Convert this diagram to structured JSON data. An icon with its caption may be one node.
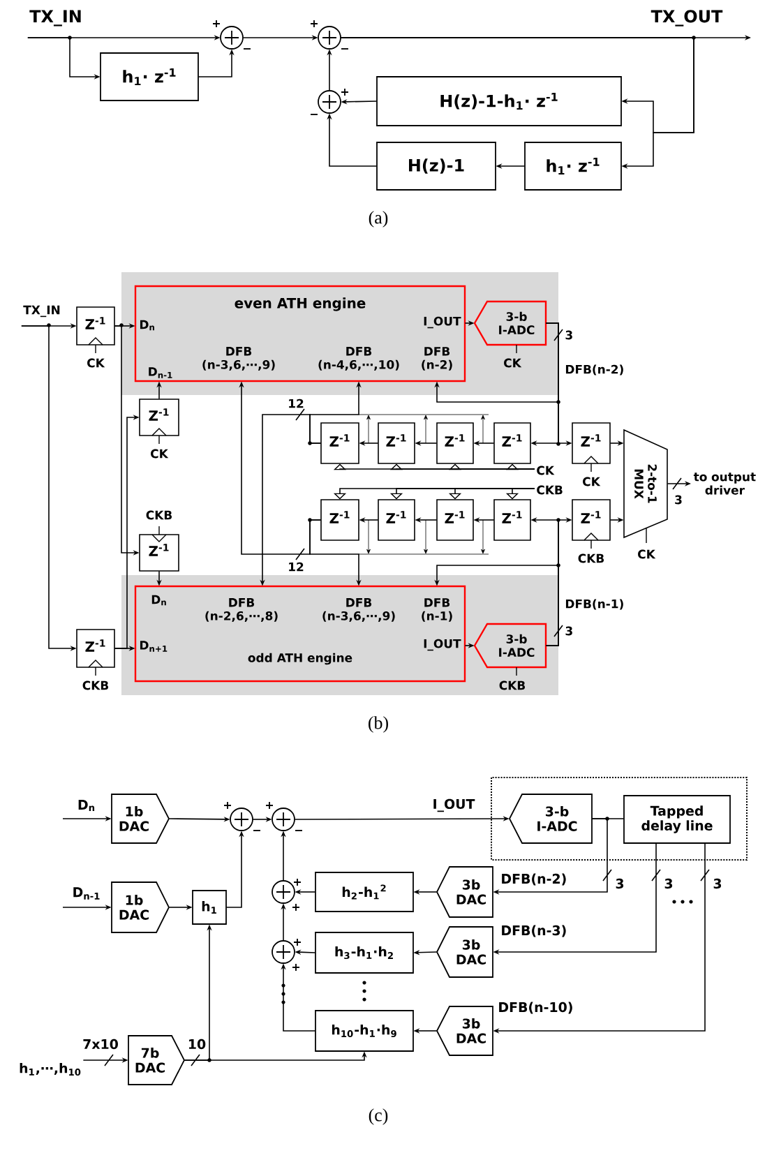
{
  "diagram": {
    "nodes": [
      {
        "text": [],
        "shape": "circle",
        "beside": [
          "+",
          "−"
        ]
      },
      {
        "text": [
          "h$_{1}$· z$^{-1}$"
        ]
      },
      {
        "text": [],
        "shape": "circle",
        "beside": [
          "+",
          "−"
        ]
      },
      {
        "text": [],
        "shape": "circle",
        "beside": [
          "+",
          "−"
        ]
      },
      {
        "text": [
          "H(z)-1-h$_{1}$· z$^{-1}$"
        ]
      },
      {
        "text": [
          "H(z)-1"
        ]
      },
      {
        "text": [
          "h$_{1}$· z$^{-1}$"
        ]
      },
      {
        "text": [],
        "shape": "box"
      },
      {
        "text": [
          "even ATH engine",
          "D$_{n}$",
          "I_OUT",
          "DFB (n-3,6,⋯,9)",
          "DFB (n-4,6,⋯,10)",
          "DFB (n-2)",
          "D$_{n-1}$"
        ],
        "in": 7
      },
      {
        "text": [
          "3-b I-ADC"
        ],
        "in": 7,
        "beside": [
          "CK"
        ]
      },
      {
        "text": [],
        "shape": "box"
      },
      {
        "text": [
          "D$_{n}$",
          "DFB (n-2,6,⋯,8)",
          "DFB (n-3,6,⋯,9)",
          "DFB (n-1)",
          "D$_{n+1}$",
          "I_OUT",
          "odd ATH engine"
        ],
        "in": 10
      },
      {
        "text": [
          "3-b I-ADC"
        ],
        "in": 10,
        "beside": [
          "CKB"
        ]
      },
      {
        "text": [
          "Z$^{-1}$"
        ],
        "beside": [
          "CK"
        ]
      },
      {
        "text": [
          "Z$^{-1}$"
        ],
        "beside": [
          "CKB"
        ]
      },
      {
        "text": [
          "Z$^{-1}$"
        ],
        "beside": [
          "CK"
        ]
      },
      {
        "text": [
          "Z$^{-1}$"
        ],
        "beside": [
          "CKB"
        ]
      },
      {
        "text": [
          "Z$^{-1}$"
        ]
      },
      {
        "text": [
          "Z$^{-1}$"
        ]
      },
      {
        "text": [
          "Z$^{-1}$"
        ]
      },
      {
        "text": [
          "Z$^{-1}$"
        ]
      },
      {
        "text": [
          "Z$^{-1}$"
        ],
        "beside": [
          "CK"
        ]
      },
      {
        "text": [
          "Z$^{-1}$"
        ]
      },
      {
        "text": [
          "Z$^{-1}$"
        ]
      },
      {
        "text": [
          "Z$^{-1}$"
        ]
      },
      {
        "text": [
          "Z$^{-1}$"
        ]
      },
      {
        "text": [
          "Z$^{-1}$"
        ],
        "beside": [
          "CKB"
        ]
      },
      {
        "text": [
          "2-to-1 MUX"
        ],
        "beside": [
          "CK"
        ]
      },
      {
        "text": [
          "1b DAC"
        ]
      },
      {
        "text": [
          "1b DAC"
        ]
      },
      {
        "text": [
          "h$_{1}$"
        ]
      },
      {
        "text": [],
        "shape": "circle",
        "beside": [
          "+",
          "−"
        ]
      },
      {
        "text": [],
        "shape": "circle",
        "beside": [
          "+",
          "−"
        ]
      },
      {
        "text": [],
        "shape": "box"
      },
      {
        "text": [
          "3-b I-ADC"
        ],
        "in": 33
      },
      {
        "text": [
          "Tapped delay line"
        ],
        "in": 33
      },
      {
        "text": [],
        "shape": "circle",
        "beside": [
          "+",
          "+"
        ]
      },
      {
        "text": [
          "h$_{2}$-h$_{1}$$^{2}$"
        ]
      },
      {
        "text": [
          "3b DAC"
        ]
      },
      {
        "text": [],
        "shape": "circle",
        "beside": [
          "+",
          "+"
        ]
      },
      {
        "text": [
          "h$_{3}$-h$_{1}$·h$_{2}$"
        ]
      },
      {
        "text": [
          "3b DAC"
        ]
      },
      {
        "text": [
          "h$_{10}$-h$_{1}$·h$_{9}$"
        ]
      },
      {
        "text": [
          "3b DAC"
        ]
      },
      {
        "text": [
          "7b DAC"
        ]
      },
      {
        "text": [
          "TX_IN"
        ]
      },
      {
        "text": [
          "TX_IN"
        ]
      },
      {
        "text": [
          "to output driver"
        ]
      },
      {
        "text": [
          "h$_{1}$,⋯,h$_{10}$"
        ]
      },
      {
        "text": [
          "CK"
        ]
      },
      {
        "text": [
          "CKB"
        ]
      }
    ],
    "edges": [
      {
        "from": 45,
        "to": 0,
        "arrow": "to"
      },
      {
        "from": 45,
        "to": 1,
        "arrow": "to"
      },
      {
        "from": 1,
        "to": 0,
        "arrow": "to"
      },
      {
        "from": 0,
        "to": 2,
        "arrow": "to"
      },
      {
        "from": 2,
        "to": null,
        "arrow": "to"
      },
      {
        "from": 2,
        "to": 4,
        "arrow": "to"
      },
      {
        "from": 2,
        "to": 6,
        "arrow": "to"
      },
      {
        "from": 4,
        "to": 3,
        "arrow": "to"
      },
      {
        "from": 6,
        "to": 5,
        "arrow": "to"
      },
      {
        "from": 5,
        "to": 3,
        "arrow": "to"
      },
      {
        "from": 3,
        "to": 2,
        "arrow": "to"
      },
      {
        "from": 46,
        "to": 13,
        "arrow": "to"
      },
      {
        "from": 46,
        "to": 14,
        "arrow": "to"
      },
      {
        "from": 13,
        "to": 8,
        "arrow": "to"
      },
      {
        "from": 13,
        "to": 16,
        "arrow": "to"
      },
      {
        "from": 16,
        "to": 11,
        "arrow": "to"
      },
      {
        "from": 14,
        "to": 11,
        "arrow": "to"
      },
      {
        "from": 14,
        "to": 15,
        "arrow": "to"
      },
      {
        "from": 15,
        "to": 8,
        "arrow": "to"
      },
      {
        "from": 8,
        "to": 9,
        "arrow": "to"
      },
      {
        "from": 11,
        "to": 12,
        "arrow": "to"
      },
      {
        "from": 9,
        "to": 8,
        "arrow": "to"
      },
      {
        "from": 9,
        "to": 20,
        "arrow": "to"
      },
      {
        "from": 9,
        "to": 21,
        "arrow": "to"
      },
      {
        "from": 20,
        "to": 19,
        "arrow": "to"
      },
      {
        "from": 19,
        "to": 18,
        "arrow": "to"
      },
      {
        "from": 18,
        "to": 17,
        "arrow": "to"
      },
      {
        "from": 17,
        "to": 8,
        "arrow": "to"
      },
      {
        "from": 17,
        "to": 11,
        "arrow": "to"
      },
      {
        "from": 12,
        "to": 11,
        "arrow": "to"
      },
      {
        "from": 12,
        "to": 25,
        "arrow": "to"
      },
      {
        "from": 12,
        "to": 26,
        "arrow": "to"
      },
      {
        "from": 25,
        "to": 24,
        "arrow": "to"
      },
      {
        "from": 24,
        "to": 23,
        "arrow": "to"
      },
      {
        "from": 23,
        "to": 22,
        "arrow": "to"
      },
      {
        "from": 22,
        "to": 11,
        "arrow": "to"
      },
      {
        "from": 22,
        "to": 8,
        "arrow": "to"
      },
      {
        "from": 21,
        "to": 27,
        "arrow": "to"
      },
      {
        "from": 26,
        "to": 27,
        "arrow": "to"
      },
      {
        "from": 27,
        "to": 47,
        "arrow": "to"
      },
      {
        "from": null,
        "to": 28,
        "arrow": "to"
      },
      {
        "from": null,
        "to": 29,
        "arrow": "to"
      },
      {
        "from": 28,
        "to": 31,
        "arrow": "to"
      },
      {
        "from": 29,
        "to": 30,
        "arrow": "to"
      },
      {
        "from": 30,
        "to": 31,
        "arrow": "to"
      },
      {
        "from": 31,
        "to": 32,
        "arrow": "to"
      },
      {
        "from": 32,
        "to": 34,
        "arrow": "to"
      },
      {
        "from": 34,
        "to": 35,
        "arrow": "none"
      },
      {
        "from": 34,
        "to": 38,
        "arrow": "to"
      },
      {
        "from": 35,
        "to": 41,
        "arrow": "to"
      },
      {
        "from": 35,
        "to": 43,
        "arrow": "to"
      },
      {
        "from": 38,
        "to": 37,
        "arrow": "to"
      },
      {
        "from": 41,
        "to": 40,
        "arrow": "to"
      },
      {
        "from": 43,
        "to": 42,
        "arrow": "to"
      },
      {
        "from": 37,
        "to": 36,
        "arrow": "to"
      },
      {
        "from": 40,
        "to": 39,
        "arrow": "to"
      },
      {
        "from": 42,
        "to": 39,
        "arrow": "to"
      },
      {
        "from": 39,
        "to": 36,
        "arrow": "to"
      },
      {
        "from": 36,
        "to": 32,
        "arrow": "to"
      },
      {
        "from": 48,
        "to": 44,
        "arrow": "to"
      },
      {
        "from": 44,
        "to": 30,
        "arrow": "to"
      },
      {
        "from": 44,
        "to": 42,
        "arrow": "to"
      },
      {
        "from": 49,
        "to": 17,
        "arrow": "to"
      },
      {
        "from": 49,
        "to": 18,
        "arrow": "to"
      },
      {
        "from": 49,
        "to": 19,
        "arrow": "to"
      },
      {
        "from": 49,
        "to": 20,
        "arrow": "to"
      },
      {
        "from": 50,
        "to": 22,
        "arrow": "to"
      },
      {
        "from": 50,
        "to": 23,
        "arrow": "to"
      },
      {
        "from": 50,
        "to": 24,
        "arrow": "to"
      },
      {
        "from": 50,
        "to": 25,
        "arrow": "to"
      }
    ],
    "labels": [
      "TX_OUT",
      "(a)",
      "3",
      "DFB(n-2)",
      "12",
      "3",
      "12",
      "DFB(n-1)",
      "3",
      "(b)",
      "D$_{n}$",
      "I_OUT",
      "D$_{n-1}$",
      "DFB(n-2)",
      "3",
      "3",
      "3",
      "DFB(n-3)",
      "DFB(n-10)",
      "7x10",
      "10",
      "(c)"
    ]
  }
}
